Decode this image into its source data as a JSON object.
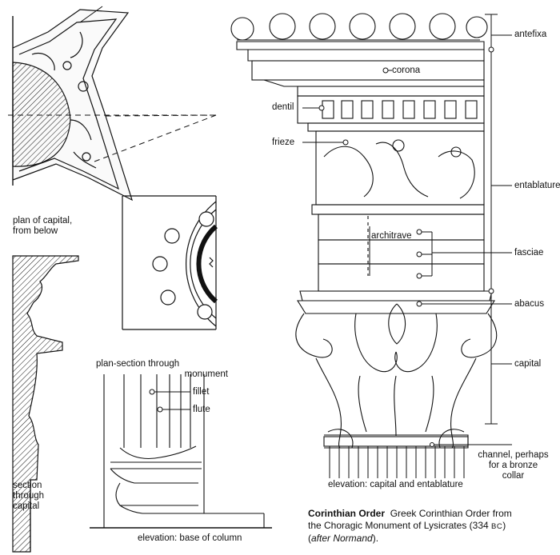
{
  "labels": {
    "antefixa": "antefixa",
    "corona": "corona",
    "dentil": "dentil",
    "frieze": "frieze",
    "entablature": "entablature",
    "architrave": "architrave",
    "fasciae": "fasciae",
    "abacus": "abacus",
    "capital": "capital",
    "channel_1": "channel, perhaps",
    "channel_2": "for a bronze",
    "channel_3": "collar",
    "fillet": "fillet",
    "flute": "flute",
    "plan_capital_1": "plan of capital,",
    "plan_capital_2": "from below",
    "plan_section_1": "plan-section through",
    "plan_section_2": "monument",
    "section_1": "section",
    "section_2": "through",
    "section_3": "capital",
    "elev_capital": "elevation: capital and entablature",
    "elev_base": "elevation: base of column"
  },
  "caption": {
    "title": "Corinthian Order",
    "line1": "Greek Corinthian Order from",
    "line2": "the Choragic Monument of Lysicrates (334 ",
    "bc": "BC",
    "line2_end": ")",
    "line3_open": "(",
    "line3_italic": "after Normand",
    "line3_end": ")."
  }
}
